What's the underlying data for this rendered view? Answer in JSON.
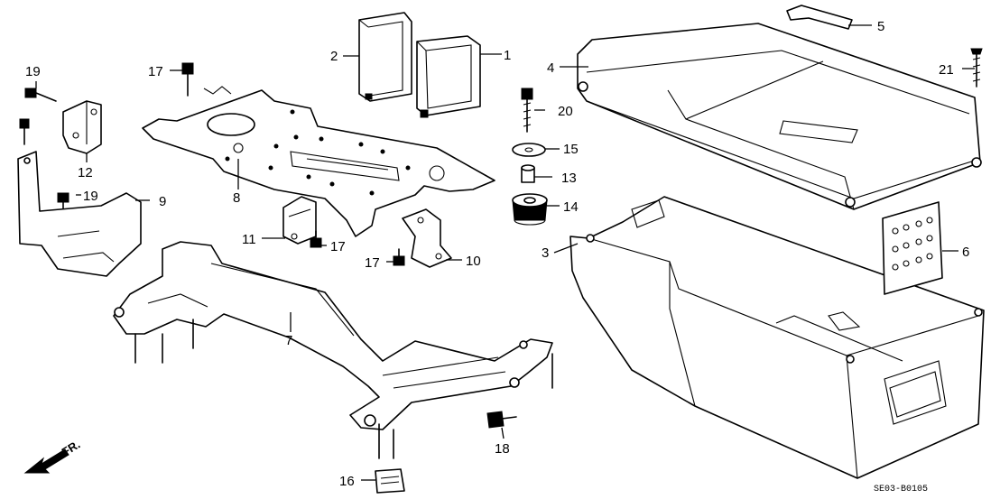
{
  "diagram": {
    "code": "SE03-B0105",
    "front_label": "FR.",
    "callouts": [
      "1",
      "2",
      "3",
      "4",
      "5",
      "6",
      "7",
      "8",
      "9",
      "10",
      "11",
      "12",
      "13",
      "14",
      "15",
      "16",
      "17",
      "17",
      "17",
      "18",
      "19",
      "19",
      "20",
      "21"
    ]
  }
}
